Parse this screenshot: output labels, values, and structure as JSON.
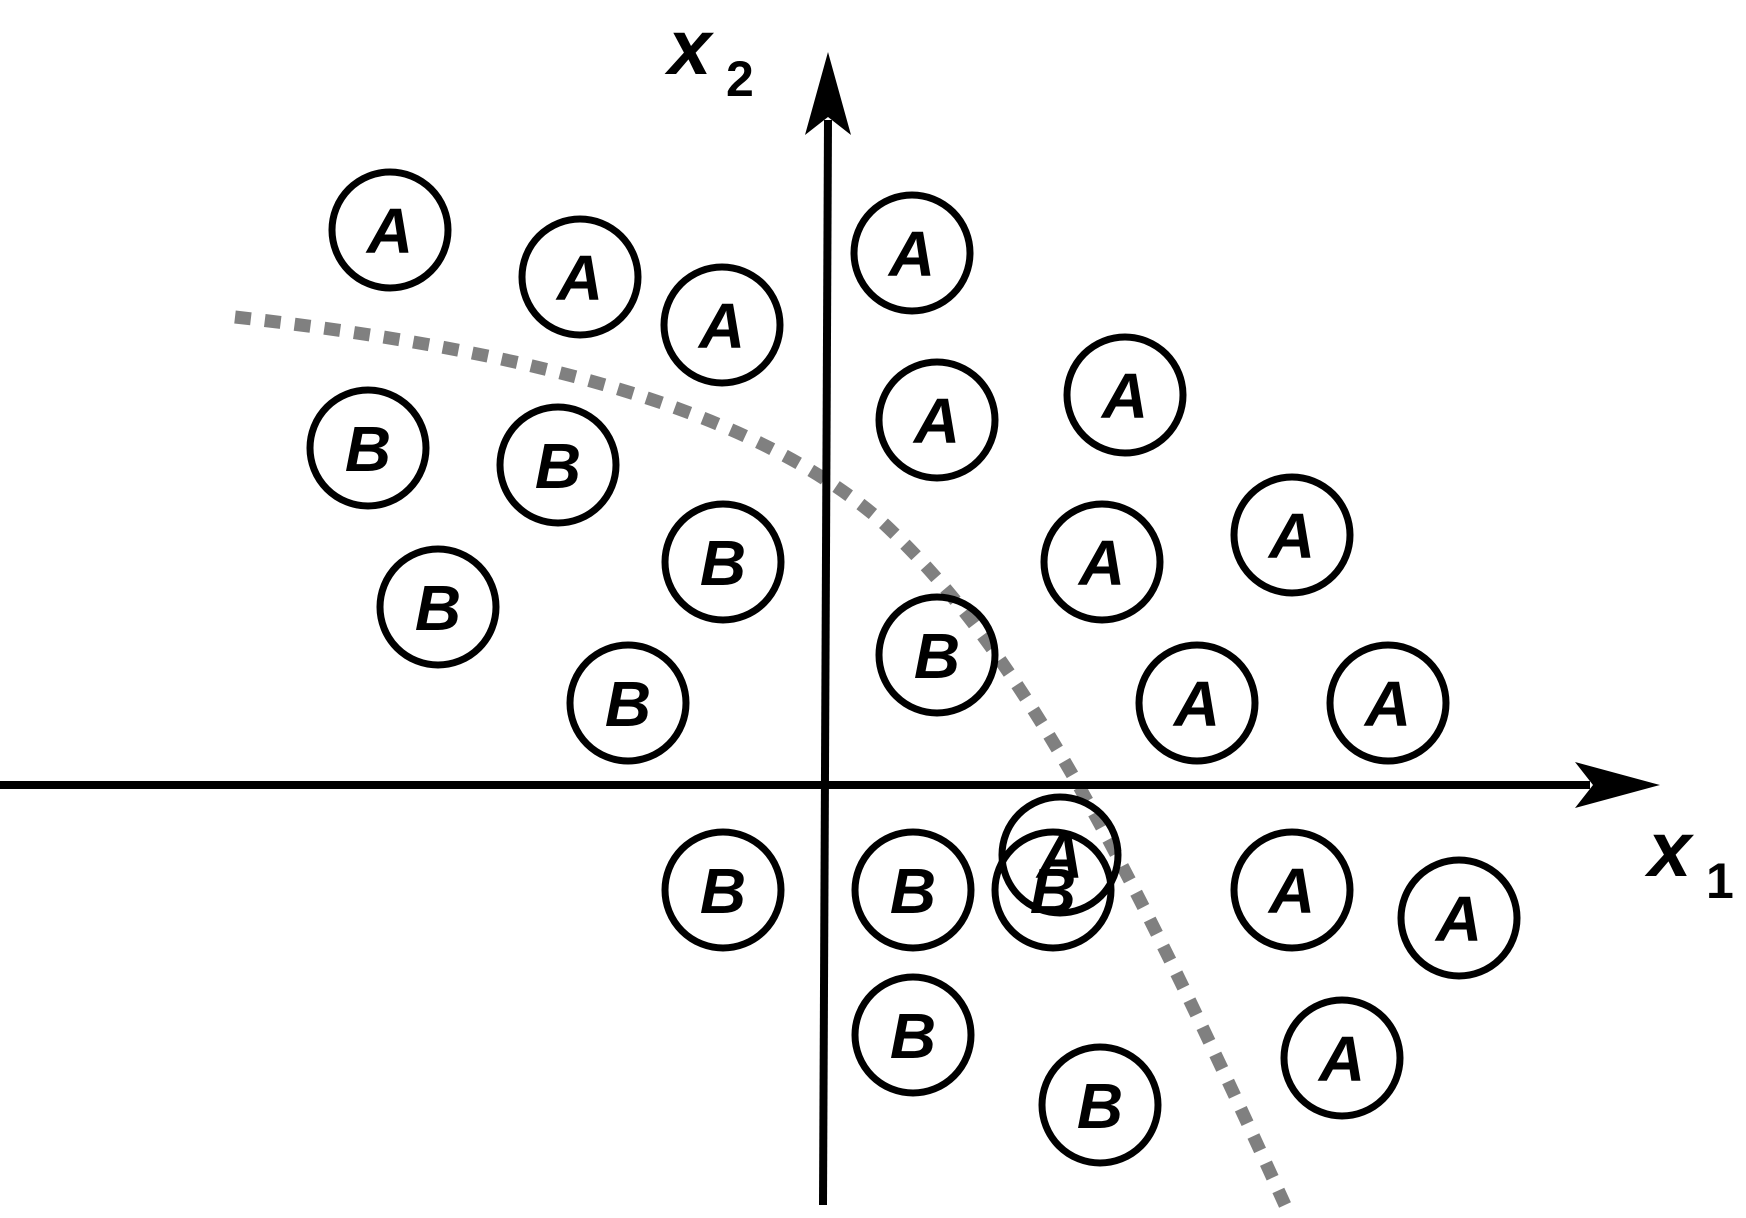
{
  "axes": {
    "x_label": "x",
    "x_sub": "1",
    "y_label": "x",
    "y_sub": "2"
  },
  "class_labels": {
    "A": "A",
    "B": "B"
  },
  "points": [
    {
      "cls": "A"
    },
    {
      "cls": "A"
    },
    {
      "cls": "A"
    },
    {
      "cls": "A"
    },
    {
      "cls": "A"
    },
    {
      "cls": "A"
    },
    {
      "cls": "A"
    },
    {
      "cls": "A"
    },
    {
      "cls": "A"
    },
    {
      "cls": "A"
    },
    {
      "cls": "A"
    },
    {
      "cls": "A"
    },
    {
      "cls": "A"
    },
    {
      "cls": "A"
    },
    {
      "cls": "B"
    },
    {
      "cls": "B"
    },
    {
      "cls": "B"
    },
    {
      "cls": "B"
    },
    {
      "cls": "B"
    },
    {
      "cls": "B"
    },
    {
      "cls": "B"
    },
    {
      "cls": "B"
    },
    {
      "cls": "B"
    },
    {
      "cls": "B"
    },
    {
      "cls": "B"
    }
  ],
  "colors": {
    "ink": "#000000",
    "boundary": "#808080",
    "background": "#ffffff"
  },
  "boundary_style": "dotted"
}
